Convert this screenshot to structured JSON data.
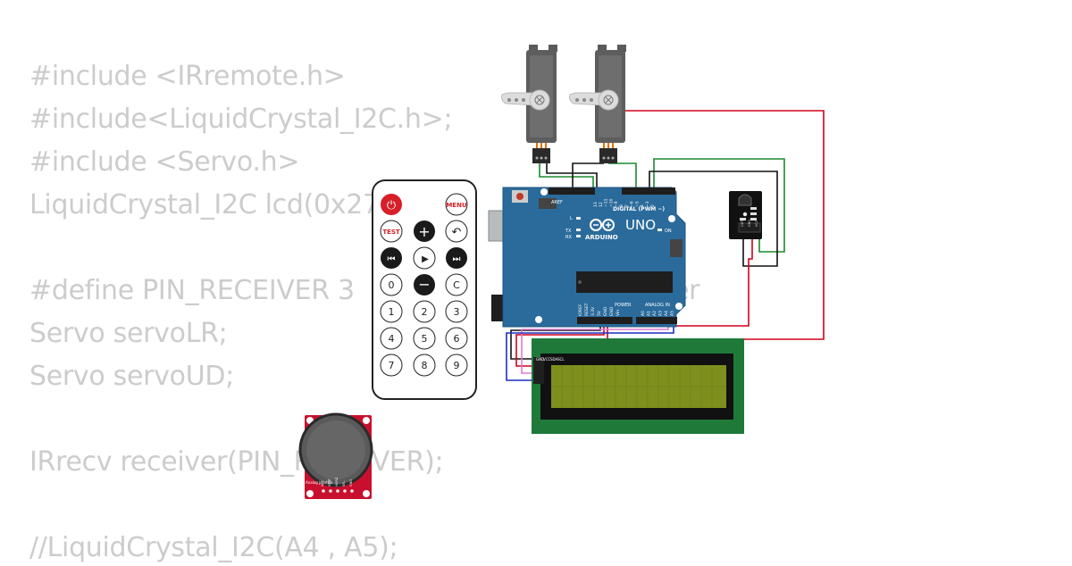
{
  "code_lines": [
    "#include <IRremote.h>",
    "#include<LiquidCrystal_I2C.h>;",
    "#include <Servo.h>",
    "LiquidCrystal_I2C lcd(0x27",
    "",
    "#define PIN_RECEIVER 3",
    "Servo servoLR;",
    "Servo servoUD;",
    "",
    "IRrecv receiver(PIN_RECEIVER);",
    "",
    "//LiquidCrystal_I2C(A4 , A5);"
  ],
  "code_fragment": "er",
  "remote": {
    "buttons": {
      "power": "⏻",
      "menu": "MENU",
      "test": "TEST",
      "plus": "+",
      "back": "↶",
      "prev": "⏮",
      "play": "▶",
      "next": "⏭",
      "d0": "0",
      "minus": "−",
      "c": "C",
      "d1": "1",
      "d2": "2",
      "d3": "3",
      "d4": "4",
      "d5": "5",
      "d6": "6",
      "d7": "7",
      "d8": "8",
      "d9": "9"
    }
  },
  "arduino": {
    "brand": "ARDUINO",
    "model": "UNO",
    "digital_label": "DIGITAL (PWM ~)",
    "analog_label": "ANALOG IN",
    "power_label": "POWER",
    "on_label": "ON",
    "l_label": "L",
    "tx_label": "TX",
    "rx_label": "RX",
    "aref": "AREF",
    "gnd": "GND",
    "ioref": "IOREF",
    "reset": "RESET",
    "v33": "3.3V",
    "v5": "5V",
    "vin": "Vin",
    "txpin": "TX→1",
    "rxpin": "RX←0",
    "analog_pins": [
      "A0",
      "A1",
      "A2",
      "A3",
      "A4",
      "A5"
    ],
    "digital_pins": [
      "13",
      "12",
      "~11",
      "~10",
      "~9",
      "8",
      "7",
      "~6",
      "~5",
      "4",
      "~3",
      "2"
    ]
  },
  "lcd": {
    "pins": [
      "GND",
      "VCC",
      "SDA",
      "SCL"
    ]
  },
  "ir_receiver": {
    "pins": [
      "OUT",
      "GND",
      "VCC"
    ]
  },
  "joystick": {
    "label": "Analog Joystick",
    "pins": [
      "VCC",
      "VERT",
      "HORZ",
      "SEL",
      "GND"
    ]
  },
  "colors": {
    "code_text": "#cccccc",
    "board_blue": "#2b6b9b",
    "lcd_pcb": "#1f7a3a",
    "lcd_screen": "#7f8f1e",
    "joystick_pcb": "#c8102e",
    "wire_red": "#d0021b",
    "wire_green": "#1a8a2e",
    "wire_black": "#111111",
    "wire_blue": "#1d2fc0",
    "wire_pink": "#e07ad0"
  }
}
